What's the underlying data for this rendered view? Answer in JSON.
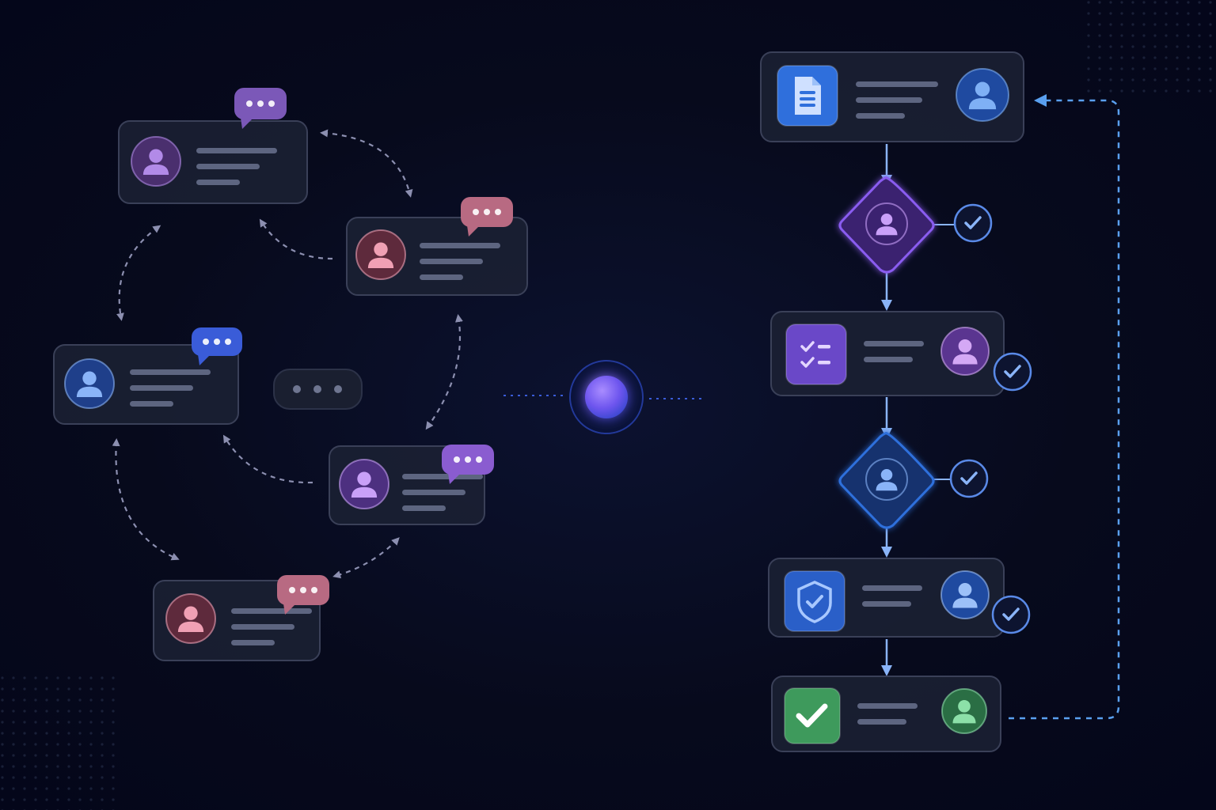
{
  "palette": {
    "background": "#060920",
    "card_fill": "#1b2033",
    "card_border": "#3a4058",
    "text_line": "#5d6580",
    "connector": "#8c8fb0",
    "flow_line": "#8ab4f8",
    "loop_line": "#5aa0f0",
    "divider": "#2e5bd8",
    "hub": "#7c5cf0"
  },
  "collaboration": {
    "members": [
      {
        "id": "m1",
        "avatar_color": "#b28ae8",
        "avatar_bg": "#4a2f6e",
        "bubble_color": "#7b58b8",
        "bubble_icon": "typing-ellipsis"
      },
      {
        "id": "m2",
        "avatar_color": "#f0a0b4",
        "avatar_bg": "#5e2a3c",
        "bubble_color": "#b86a82",
        "bubble_icon": "typing-ellipsis"
      },
      {
        "id": "m3",
        "avatar_color": "#8ab4f8",
        "avatar_bg": "#1f3f8a",
        "bubble_color": "#3a5cd8",
        "bubble_icon": "typing-ellipsis"
      },
      {
        "id": "m4",
        "avatar_color": "#c9a0f8",
        "avatar_bg": "#4d3080",
        "bubble_color": "#8a5cd0",
        "bubble_icon": "typing-ellipsis"
      },
      {
        "id": "m5",
        "avatar_color": "#f0a0b4",
        "avatar_bg": "#5e2a3c",
        "bubble_color": "#b86a82",
        "bubble_icon": "typing-ellipsis"
      }
    ],
    "center_indicator": "ellipsis-pill"
  },
  "workflow": {
    "steps": [
      {
        "id": "s1",
        "kind": "card",
        "icon": "document-icon",
        "icon_color": "#2f6fdc",
        "avatar_color": "#7fb0f5",
        "avatar_bg": "#1f4aa0",
        "approved": false,
        "loops_back_from_end": true
      },
      {
        "id": "s2",
        "kind": "decision",
        "avatar_color": "#c9a0f8",
        "fill": "#3a2470",
        "border": "#8a5cf0",
        "approved": true
      },
      {
        "id": "s3",
        "kind": "card",
        "icon": "checklist-icon",
        "icon_color": "#6a48c8",
        "avatar_color": "#d4a8f5",
        "avatar_bg": "#5a3590",
        "approved": true
      },
      {
        "id": "s4",
        "kind": "decision",
        "avatar_color": "#8ab4f8",
        "fill": "#15306e",
        "border": "#2f6fdc",
        "approved": true
      },
      {
        "id": "s5",
        "kind": "card",
        "icon": "shield-check-icon",
        "icon_color": "#2a5fc8",
        "avatar_color": "#9cc0f8",
        "avatar_bg": "#1f4aa0",
        "approved": true
      },
      {
        "id": "s6",
        "kind": "card",
        "icon": "checkmark-icon",
        "icon_color": "#3e9a5c",
        "avatar_color": "#8ce0a8",
        "avatar_bg": "#2a6e44",
        "approved": false
      }
    ]
  }
}
